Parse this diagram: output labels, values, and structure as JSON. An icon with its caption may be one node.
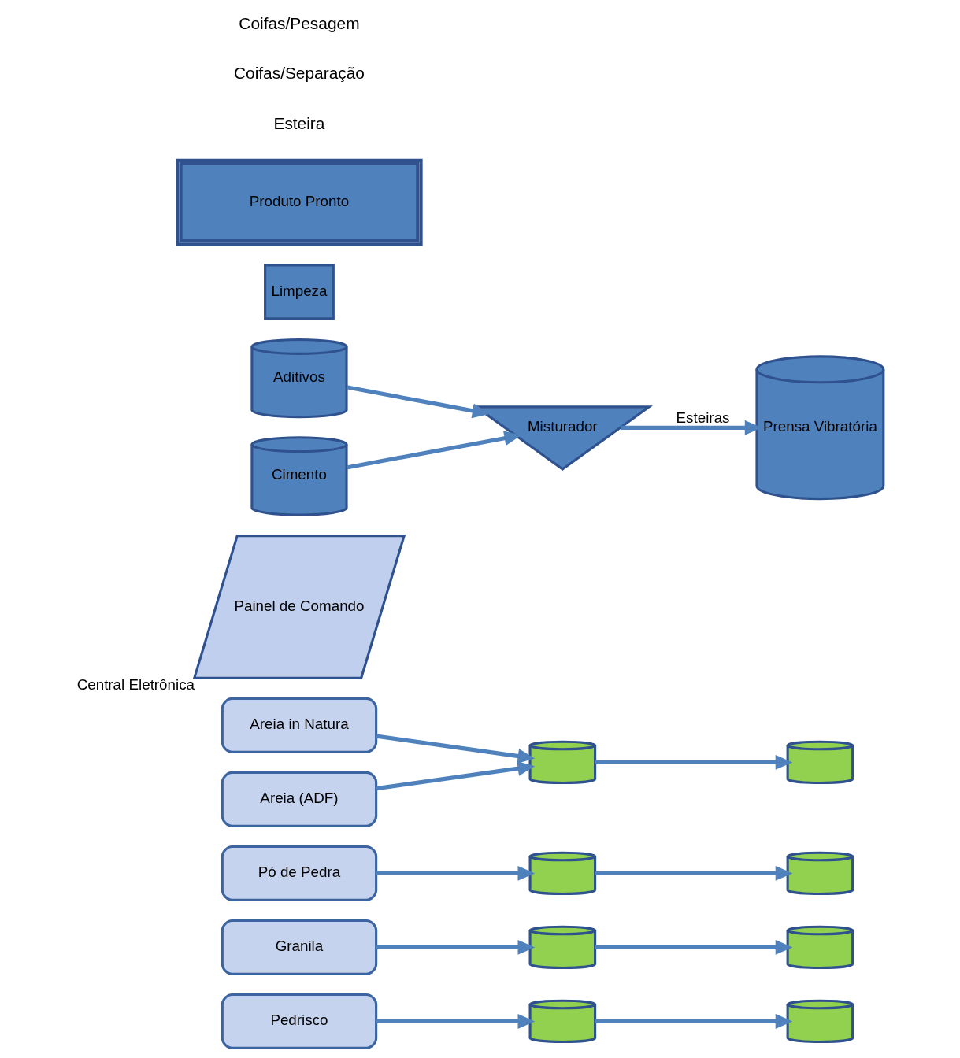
{
  "diagram": {
    "nodes": [
      {
        "text": [
          "Pedrisco"
        ]
      },
      {
        "text": [
          "Granila"
        ]
      },
      {
        "text": [
          "Pó de Pedra"
        ]
      },
      {
        "text": [
          "Areia in Natura"
        ]
      },
      {
        "text": [
          "Areia (ADF)"
        ]
      },
      {
        "text": [],
        "shape": "cylinder"
      },
      {
        "text": [],
        "shape": "cylinder"
      },
      {
        "text": [],
        "shape": "cylinder"
      },
      {
        "text": [],
        "shape": "cylinder"
      },
      {
        "text": [],
        "shape": "cylinder"
      },
      {
        "text": [],
        "shape": "cylinder"
      },
      {
        "text": [],
        "shape": "cylinder"
      },
      {
        "text": [],
        "shape": "cylinder"
      },
      {
        "text": [
          "Painel de Comando"
        ],
        "beside": [
          "Central Eletrônica"
        ]
      },
      {
        "text": [
          "Aditivos"
        ]
      },
      {
        "text": [
          "Misturador"
        ]
      },
      {
        "text": [
          "Cimento"
        ]
      },
      {
        "text": [
          "Prensa Vibratória"
        ]
      },
      {
        "text": [
          "Limpeza"
        ]
      },
      {
        "text": [
          "Produto Pronto"
        ]
      }
    ],
    "edges": [
      {
        "from": 0,
        "to": 5,
        "arrow": "to"
      },
      {
        "from": 5,
        "to": 6,
        "arrow": "to"
      },
      {
        "from": 1,
        "to": 7,
        "arrow": "to"
      },
      {
        "from": 7,
        "to": 8,
        "arrow": "to"
      },
      {
        "from": 2,
        "to": 9,
        "arrow": "to"
      },
      {
        "from": 9,
        "to": 10,
        "arrow": "to"
      },
      {
        "from": 3,
        "to": 11,
        "arrow": "to"
      },
      {
        "from": 4,
        "to": 11,
        "arrow": "to"
      },
      {
        "from": 11,
        "to": 12,
        "arrow": "to"
      },
      {
        "from": 14,
        "to": 15,
        "arrow": "to"
      },
      {
        "from": 16,
        "to": 15,
        "arrow": "to"
      },
      {
        "from": 15,
        "to": 17,
        "arrow": "to",
        "label": "Esteiras"
      }
    ],
    "labels": [
      "Esteira",
      "Coifas/Separação",
      "Coifas/Pesagem"
    ]
  }
}
